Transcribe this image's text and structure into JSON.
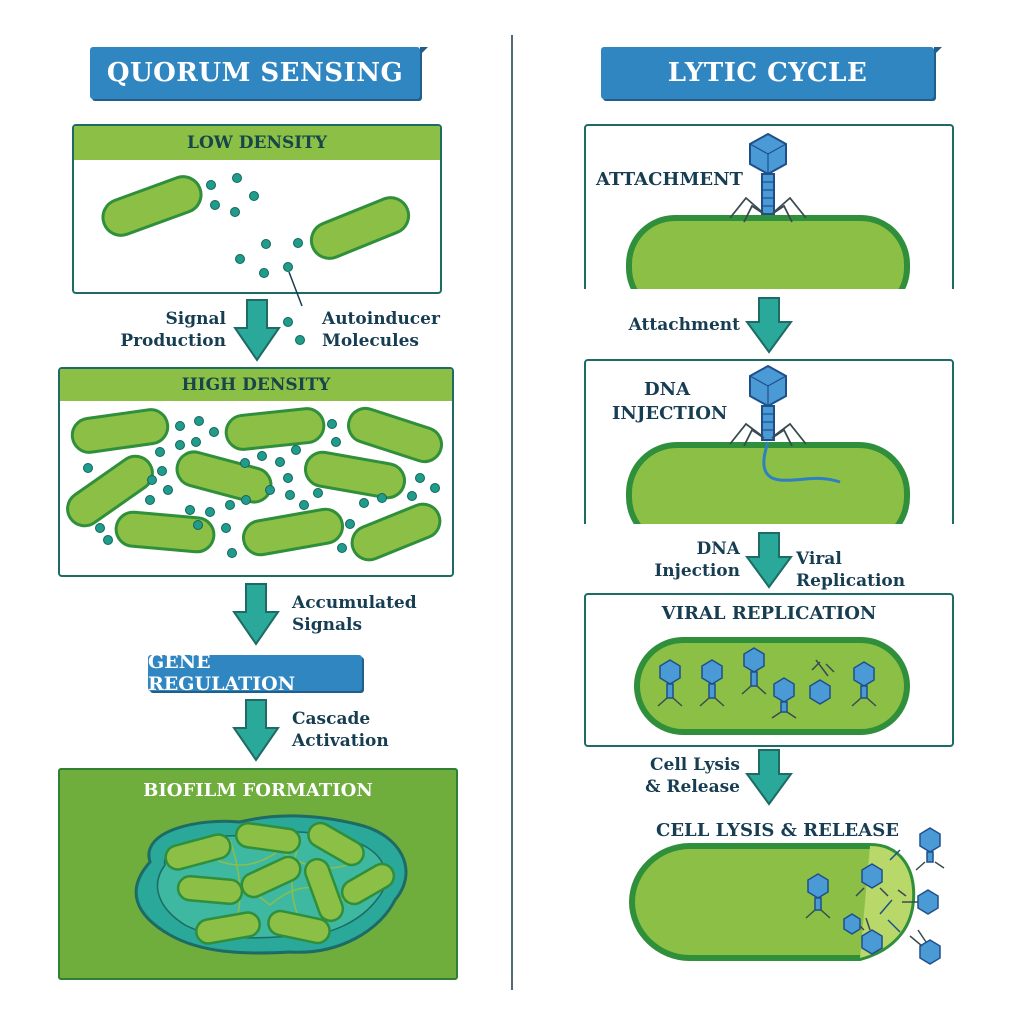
{
  "left": {
    "title": "QUORUM SENSING",
    "low_density": "LOW DENSITY",
    "signal_production": [
      "Signal",
      "Production"
    ],
    "autoinducer": [
      "Autoinducer",
      "Molecules"
    ],
    "high_density": "HIGH DENSITY",
    "accumulated": [
      "Accumulated",
      "Signals"
    ],
    "gene_regulation": "GENE REGULATION",
    "cascade": [
      "Cascade",
      "Activation"
    ],
    "biofilm": "BIOFILM FORMATION"
  },
  "right": {
    "title": "LYTIC CYCLE",
    "attachment_panel": "ATTACHMENT",
    "attachment_arrow": "Attachment",
    "dna_panel": [
      "DNA",
      "INJECTION"
    ],
    "dna_arrow": [
      "DNA",
      "Injection"
    ],
    "viral_replication_arrow": "Viral Replication",
    "viral_replication_panel": "VIRAL REPLICATION",
    "cell_lysis_arrow": [
      "Cell Lysis",
      "& Release"
    ],
    "cell_lysis_panel": "CELL LYSIS & RELEASE"
  },
  "colors": {
    "banner_blue": "#2f86c0",
    "bacteria_green": "#8cbf45",
    "outline_green": "#2f8f3a",
    "signal_teal": "#1f9c8c",
    "phage_blue": "#2f80c0",
    "text_dark": "#173d52"
  },
  "icons": [
    "down-arrow-icon",
    "bacterium-icon",
    "bacteriophage-icon",
    "signal-molecule-icon"
  ]
}
